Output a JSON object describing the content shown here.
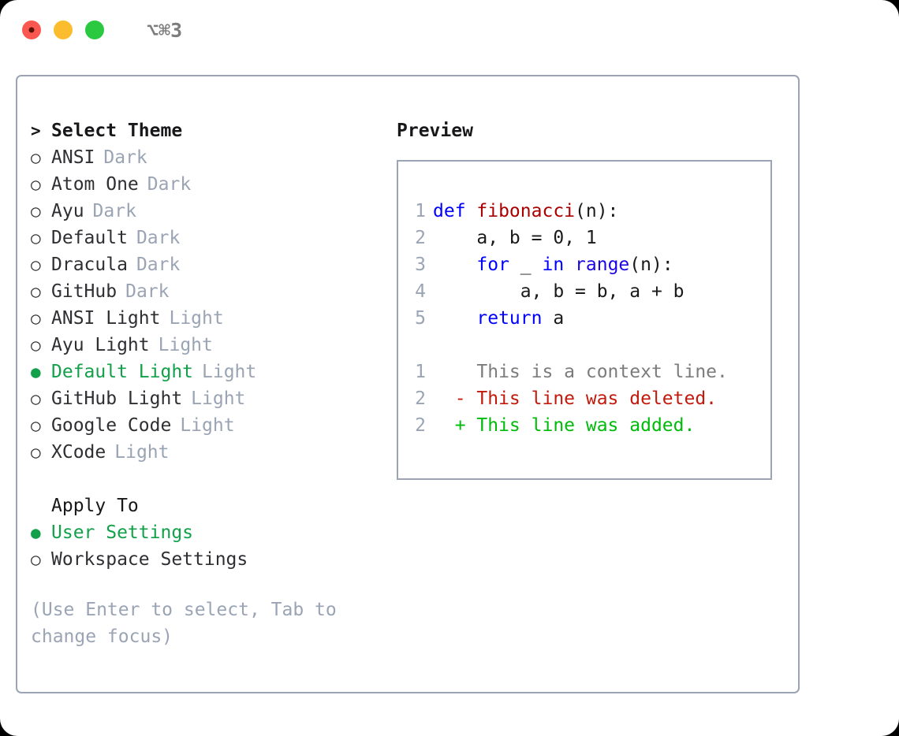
{
  "titlebar": {
    "shortcut": "⌥⌘3",
    "buttons": [
      {
        "name": "close",
        "color": "#f9574f"
      },
      {
        "name": "minimize",
        "color": "#fbbd2e"
      },
      {
        "name": "maximize",
        "color": "#2ac940"
      }
    ]
  },
  "theme_picker": {
    "header": {
      "marker": ">",
      "label": "Select Theme"
    },
    "items": [
      {
        "marker": "○",
        "label": "ANSI",
        "suffix": "Dark",
        "selected": false
      },
      {
        "marker": "○",
        "label": "Atom One",
        "suffix": "Dark",
        "selected": false
      },
      {
        "marker": "○",
        "label": "Ayu",
        "suffix": "Dark",
        "selected": false
      },
      {
        "marker": "○",
        "label": "Default",
        "suffix": "Dark",
        "selected": false
      },
      {
        "marker": "○",
        "label": "Dracula",
        "suffix": "Dark",
        "selected": false
      },
      {
        "marker": "○",
        "label": "GitHub",
        "suffix": "Dark",
        "selected": false
      },
      {
        "marker": "○",
        "label": "ANSI Light",
        "suffix": "Light",
        "selected": false
      },
      {
        "marker": "○",
        "label": "Ayu Light",
        "suffix": "Light",
        "selected": false
      },
      {
        "marker": "●",
        "label": "Default Light",
        "suffix": "Light",
        "selected": true
      },
      {
        "marker": "○",
        "label": "GitHub Light",
        "suffix": "Light",
        "selected": false
      },
      {
        "marker": "○",
        "label": "Google Code",
        "suffix": "Light",
        "selected": false
      },
      {
        "marker": "○",
        "label": "XCode",
        "suffix": "Light",
        "selected": false
      }
    ]
  },
  "apply_to": {
    "label": "Apply To",
    "items": [
      {
        "marker": "●",
        "label": "User Settings",
        "selected": true
      },
      {
        "marker": "○",
        "label": "Workspace Settings",
        "selected": false
      }
    ]
  },
  "hint": "(Use Enter to select, Tab to change focus)",
  "preview": {
    "title": "Preview",
    "code_lines": [
      {
        "no": "1",
        "tokens": [
          {
            "t": "def ",
            "c": "kw"
          },
          {
            "t": "fibonacci",
            "c": "fn"
          },
          {
            "t": "(n):",
            "c": "pl"
          }
        ]
      },
      {
        "no": "2",
        "tokens": [
          {
            "t": "    a, b = 0, 1",
            "c": "pl"
          }
        ]
      },
      {
        "no": "3",
        "tokens": [
          {
            "t": "    ",
            "c": "pl"
          },
          {
            "t": "for ",
            "c": "kw"
          },
          {
            "t": "_ ",
            "c": "pl"
          },
          {
            "t": "in ",
            "c": "kw"
          },
          {
            "t": "range",
            "c": "bi"
          },
          {
            "t": "(n):",
            "c": "pl"
          }
        ]
      },
      {
        "no": "4",
        "tokens": [
          {
            "t": "        a, b = b, a + b",
            "c": "pl"
          }
        ]
      },
      {
        "no": "5",
        "tokens": [
          {
            "t": "    ",
            "c": "pl"
          },
          {
            "t": "return ",
            "c": "kw"
          },
          {
            "t": "a",
            "c": "pl"
          }
        ]
      }
    ],
    "diff_lines": [
      {
        "no": "1",
        "prefix": "  ",
        "text": "This is a context line.",
        "kind": "ctx"
      },
      {
        "no": "2",
        "prefix": "- ",
        "text": "This line was deleted.",
        "kind": "del"
      },
      {
        "no": "2",
        "prefix": "+ ",
        "text": "This line was added.",
        "kind": "add"
      }
    ]
  },
  "colors": {
    "accent_green": "#12a04a",
    "muted": "#9aa4b4",
    "border": "#9aa4b4",
    "keyword": "#0000ff",
    "function": "#aa0000",
    "builtin": "#1b06e3",
    "diff_added": "#00bb0a",
    "diff_deleted": "#c21a0d",
    "diff_context": "#7c7c7c"
  }
}
